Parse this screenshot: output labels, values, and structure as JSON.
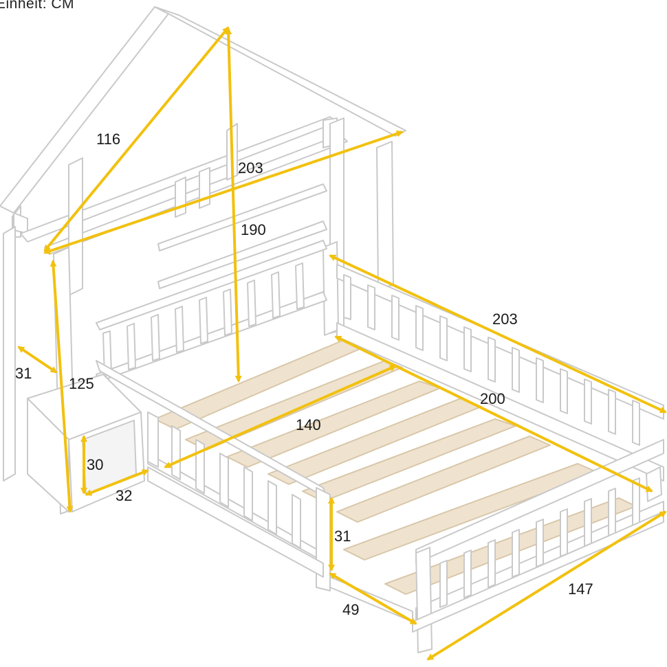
{
  "unit_label": "Einheit: CM",
  "dimensions": {
    "roof_slope": "116",
    "overall_length_top": "203",
    "overall_height": "190",
    "rail_length": "203",
    "inner_length": "200",
    "inner_width": "140",
    "shelf_depth": "31",
    "post_height": "125",
    "shelf_height": "30",
    "shelf_width": "32",
    "rail_height": "31",
    "gap_width": "49",
    "overall_width": "147"
  },
  "colors": {
    "arrow": "#f2c10f",
    "frame_stroke": "#c9c9c9",
    "slat_fill": "#efe3cf",
    "slat_stroke": "#d8c7a9"
  }
}
